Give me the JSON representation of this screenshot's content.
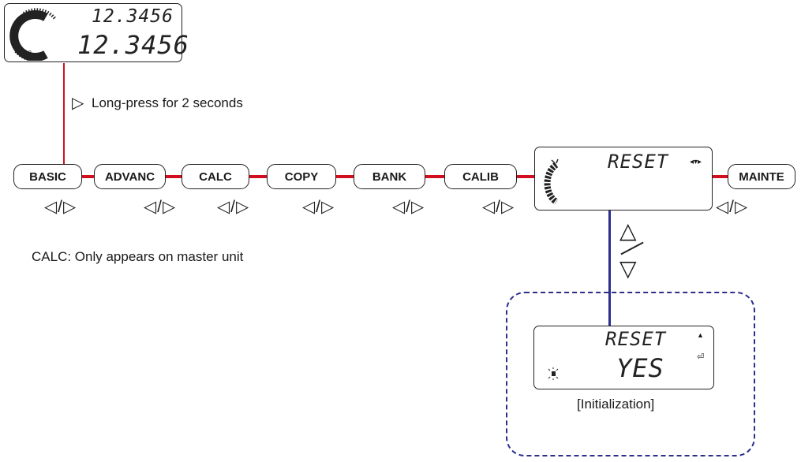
{
  "main_display": {
    "line1": "12.3456",
    "line2": "12.3456",
    "gauge_label": "Lo"
  },
  "long_press": {
    "symbol": "▷",
    "text": "Long-press for 2 seconds"
  },
  "menu": {
    "items": [
      "BASIC",
      "ADVANC",
      "CALC",
      "COPY",
      "BANK",
      "CALIB",
      "MAINTE"
    ],
    "nav_hint": "◁/▷"
  },
  "reset_display": {
    "text": "RESET",
    "arrow_cluster": "◂▾▸"
  },
  "note": "CALC: Only appears on master unit",
  "up_down": {
    "up": "△",
    "down": "▽"
  },
  "init_display": {
    "line1": "RESET",
    "line2": "YES",
    "up_indicator": "▲",
    "enter_indicator": "⏎"
  },
  "init_caption": "[Initialization]",
  "colors": {
    "red_line": "#d0101e",
    "blue_line": "#2b2f8c",
    "dashed_box": "#2b2f8c"
  }
}
